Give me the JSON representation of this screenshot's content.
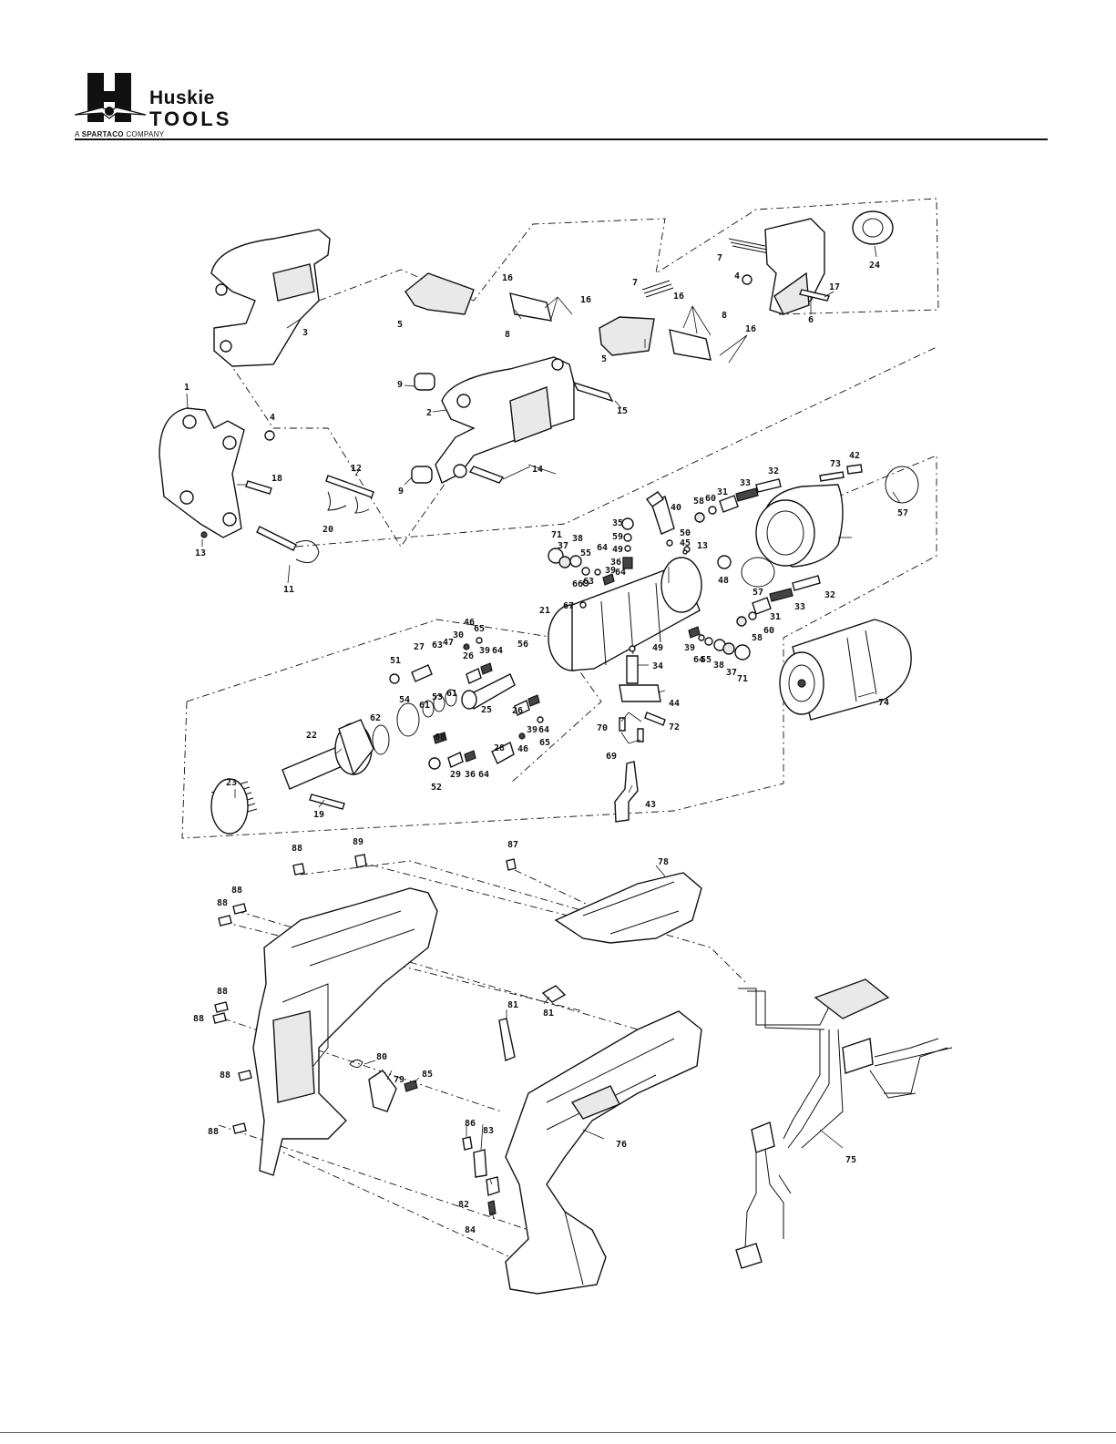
{
  "brand": {
    "name_line1": "Huskie",
    "name_line2": "TOOLS",
    "tagline_prefix": "A ",
    "tagline_bold": "SPARTACO",
    "tagline_suffix": " COMPANY"
  },
  "callouts": {
    "c1": "1",
    "c2": "2",
    "c3": "3",
    "c4a": "4",
    "c4b": "4",
    "c5a": "5",
    "c5b": "5",
    "c6": "6",
    "c7a": "7",
    "c7b": "7",
    "c8a": "8",
    "c8b": "8",
    "c9a": "9",
    "c9b": "9",
    "c11": "11",
    "c12": "12",
    "c13a": "13",
    "c13b": "13",
    "c14": "14",
    "c15": "15",
    "c16a": "16",
    "c16b": "16",
    "c16c": "16",
    "c16d": "16",
    "c17": "17",
    "c18": "18",
    "c19": "19",
    "c20": "20",
    "c21": "21",
    "c22": "22",
    "c23": "23",
    "c24": "24",
    "c25": "25",
    "c26a": "26",
    "c26b": "26",
    "c27": "27",
    "c28": "28",
    "c29": "29",
    "c30": "30",
    "c31a": "31",
    "c31b": "31",
    "c32a": "32",
    "c32b": "32",
    "c33a": "33",
    "c33b": "33",
    "c34": "34",
    "c35": "35",
    "c36a": "36",
    "c36b": "36",
    "c37a": "37",
    "c37b": "37",
    "c38a": "38",
    "c38b": "38",
    "c39a": "39",
    "c39b": "39",
    "c39c": "39",
    "c39d": "39",
    "c40": "40",
    "c42": "42",
    "c43": "43",
    "c44": "44",
    "c45": "45",
    "c46a": "46",
    "c46b": "46",
    "c47": "47",
    "c48": "48",
    "c49a": "49",
    "c49b": "49",
    "c50": "50",
    "c51": "51",
    "c52": "52",
    "c53": "53",
    "c54": "54",
    "c55a": "55",
    "c55b": "55",
    "c56": "56",
    "c57a": "57",
    "c57b": "57",
    "c58a": "58",
    "c58b": "58",
    "c59": "59",
    "c60a": "60",
    "c60b": "60",
    "c61a": "61",
    "c61b": "61",
    "c62": "62",
    "c63a": "63",
    "c63b": "63",
    "c64a": "64",
    "c64b": "64",
    "c64c": "64",
    "c64d": "64",
    "c64e": "64",
    "c64f": "64",
    "c65a": "65",
    "c65b": "65",
    "c66": "66",
    "c67": "67",
    "c68": "68",
    "c69": "69",
    "c70": "70",
    "c71a": "71",
    "c71b": "71",
    "c72": "72",
    "c73": "73",
    "c74": "74",
    "c75": "75",
    "c76": "76",
    "c78": "78",
    "c79": "79",
    "c80": "80",
    "c81a": "81",
    "c81b": "81",
    "c82": "82",
    "c83": "83",
    "c84": "84",
    "c85": "85",
    "c86": "86",
    "c87": "87",
    "c88a": "88",
    "c88b": "88",
    "c88c": "88",
    "c88d": "88",
    "c88e": "88",
    "c88f": "88",
    "c88g": "88",
    "c89": "89"
  }
}
